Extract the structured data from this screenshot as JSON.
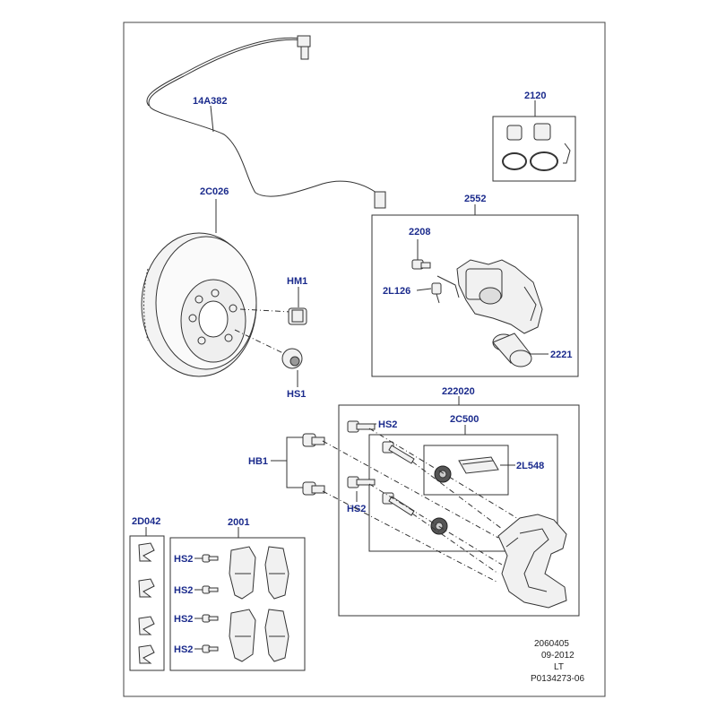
{
  "diagram": {
    "labels": {
      "sensor": "14A382",
      "disc": "2C026",
      "hm1": "HM1",
      "hs1": "HS1",
      "seal_kit": "2120",
      "caliper": "2552",
      "bleed_screw": "2208",
      "bleed_cap": "2L126",
      "piston": "2221",
      "carrier_kit": "222020",
      "hs2_top": "HS2",
      "guide_kit": "2C500",
      "pad_spring": "2L548",
      "hb1": "HB1",
      "hs2_mid": "HS2",
      "clips": "2D042",
      "pads": "2001",
      "hs2_a": "HS2",
      "hs2_b": "HS2",
      "hs2_c": "HS2",
      "hs2_d": "HS2"
    },
    "footer": {
      "line1": "2060405",
      "line2": "09-2012",
      "line3": "LT",
      "line4": "P0134273-06"
    }
  }
}
